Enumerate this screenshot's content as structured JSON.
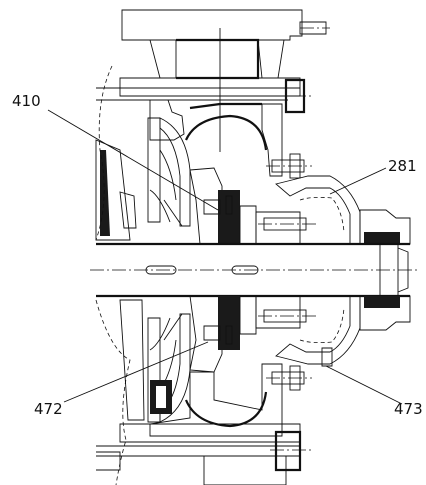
{
  "labels": {
    "part_410": "410",
    "part_281": "281",
    "part_472": "472",
    "part_473": "473"
  },
  "colors": {
    "line": "#111111",
    "hatch": "#111111",
    "solid": "#1a1a1a",
    "background": "#ffffff"
  }
}
